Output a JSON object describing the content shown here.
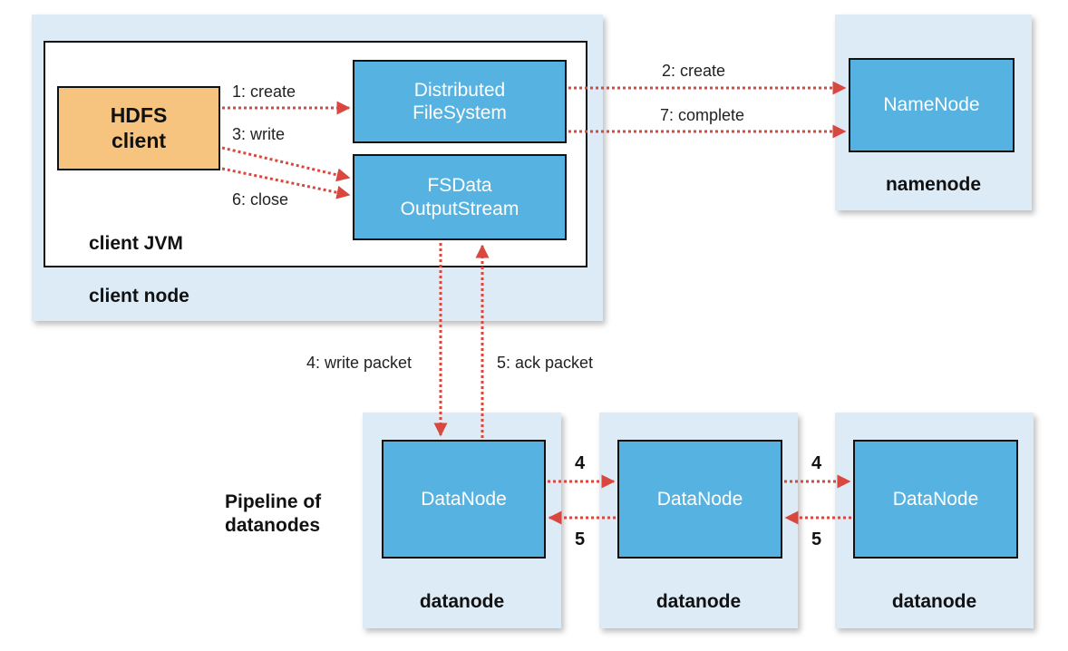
{
  "colors": {
    "region_bg": "#dcebf5",
    "component": "#55b2e1",
    "client": "#f6c47e",
    "arrow": "#d9473f"
  },
  "client_node": {
    "label": "client node",
    "jvm_label": "client JVM",
    "hdfs_client": "HDFS\nclient",
    "distributed_fs": "Distributed\nFileSystem",
    "output_stream": "FSData\nOutputStream"
  },
  "namenode": {
    "box": "NameNode",
    "label": "namenode"
  },
  "pipeline": {
    "title": "Pipeline of\ndatanodes",
    "nodes": [
      {
        "box": "DataNode",
        "label": "datanode"
      },
      {
        "box": "DataNode",
        "label": "datanode"
      },
      {
        "box": "DataNode",
        "label": "datanode"
      }
    ],
    "forward": [
      "4",
      "4"
    ],
    "back": [
      "5",
      "5"
    ]
  },
  "edges": {
    "create": "1: create",
    "nn_create": "2: create",
    "write": "3: write",
    "write_packet": "4: write packet",
    "ack_packet": "5: ack packet",
    "close": "6: close",
    "complete": "7: complete"
  }
}
